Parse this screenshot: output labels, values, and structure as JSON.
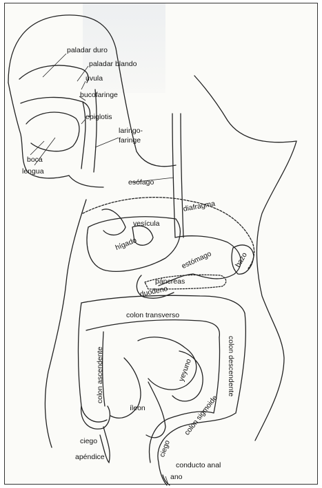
{
  "labels": {
    "paladar_duro": "paladar duro",
    "paladar_blando": "paladar blando",
    "uvula": "úvula",
    "bucofaringe": "bucofaringe",
    "epiglotis": "epiglotis",
    "laringofaringe_1": "laringo-",
    "laringofaringe_2": "faringe",
    "boca": "boca",
    "lengua": "lengua",
    "esofago": "esófago",
    "diafragma": "diafragma",
    "vesicula": "vesícula",
    "higado": "hígado",
    "estomago": "estómago",
    "bazo": "bazo",
    "pancreas": "páncreas",
    "duodeno": "duodeno",
    "colon_transverso": "colon transverso",
    "colon_ascendente": "colon ascendente",
    "colon_descendente": "colon descendente",
    "yeyuno": "yeyuno",
    "ileon": "íleon",
    "colon_sigmoide": "colon sigmoide",
    "ciego": "ciego",
    "apendice": "apéndice",
    "ciego_2": "ciego",
    "conducto_anal": "conducto anal",
    "ano": "ano"
  }
}
